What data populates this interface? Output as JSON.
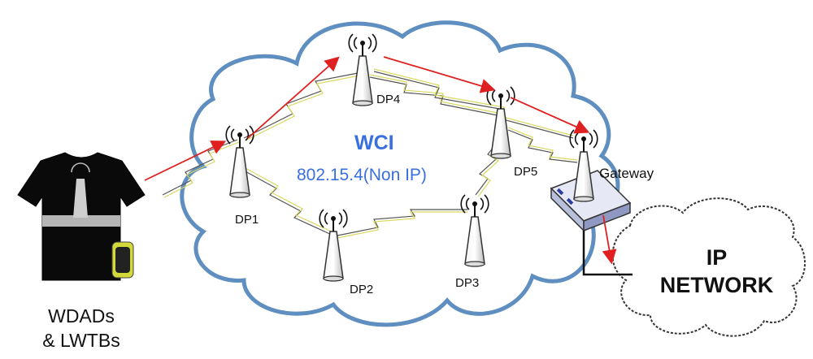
{
  "diagram": {
    "network_title": "WCI",
    "network_protocol": "802.15.4(Non IP)",
    "nodes": [
      {
        "id": "dp1",
        "label": "DP1"
      },
      {
        "id": "dp2",
        "label": "DP2"
      },
      {
        "id": "dp3",
        "label": "DP3"
      },
      {
        "id": "dp4",
        "label": "DP4"
      },
      {
        "id": "dp5",
        "label": "DP5"
      }
    ],
    "gateway_label": "Gateway",
    "ip_network": {
      "line1": "IP",
      "line2": "NETWORK"
    },
    "devices": {
      "line1": "WDADs",
      "line2": "& LWTBs"
    },
    "colors": {
      "cloud_stroke": "#5e8fc0",
      "arrow": "#e02020",
      "link": "#d8d860",
      "text_blue": "#3a6fdf"
    }
  }
}
